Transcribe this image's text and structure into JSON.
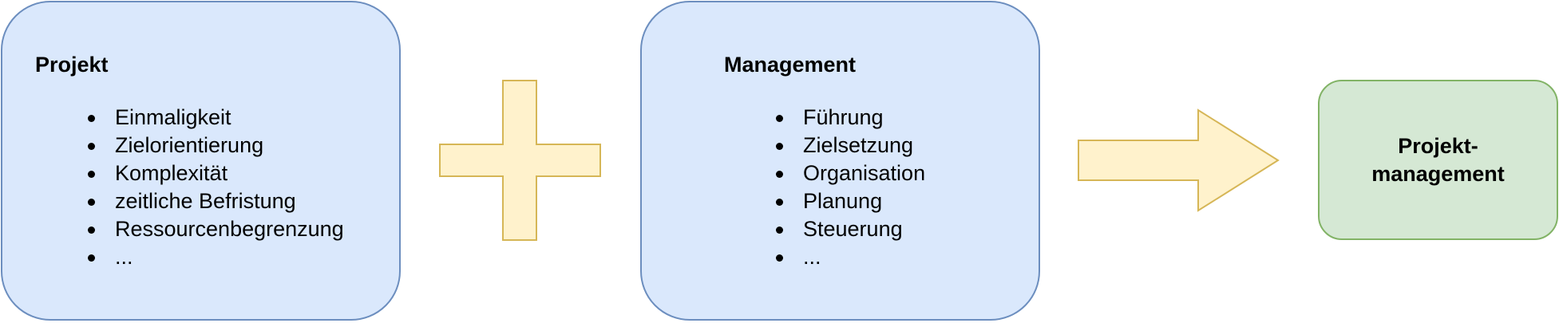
{
  "projekt_box": {
    "title": "Projekt",
    "items": [
      "Einmaligkeit",
      "Zielorientierung",
      "Komplexität",
      "zeitliche Befristung",
      "Ressourcenbegrenzung",
      "..."
    ]
  },
  "management_box": {
    "title": "Management",
    "items": [
      "Führung",
      "Zielsetzung",
      "Organisation",
      "Planung",
      "Steuerung",
      "..."
    ]
  },
  "result_box": {
    "line1": "Projekt-",
    "line2": "management"
  },
  "shapes": {
    "plus": "plus-icon",
    "arrow": "arrow-right-icon"
  },
  "colors": {
    "box_fill": "#dae8fc",
    "box_stroke": "#6c8ebf",
    "shape_fill": "#fff2cc",
    "shape_stroke": "#d6b656",
    "result_fill": "#d5e8d4",
    "result_stroke": "#82b366"
  }
}
